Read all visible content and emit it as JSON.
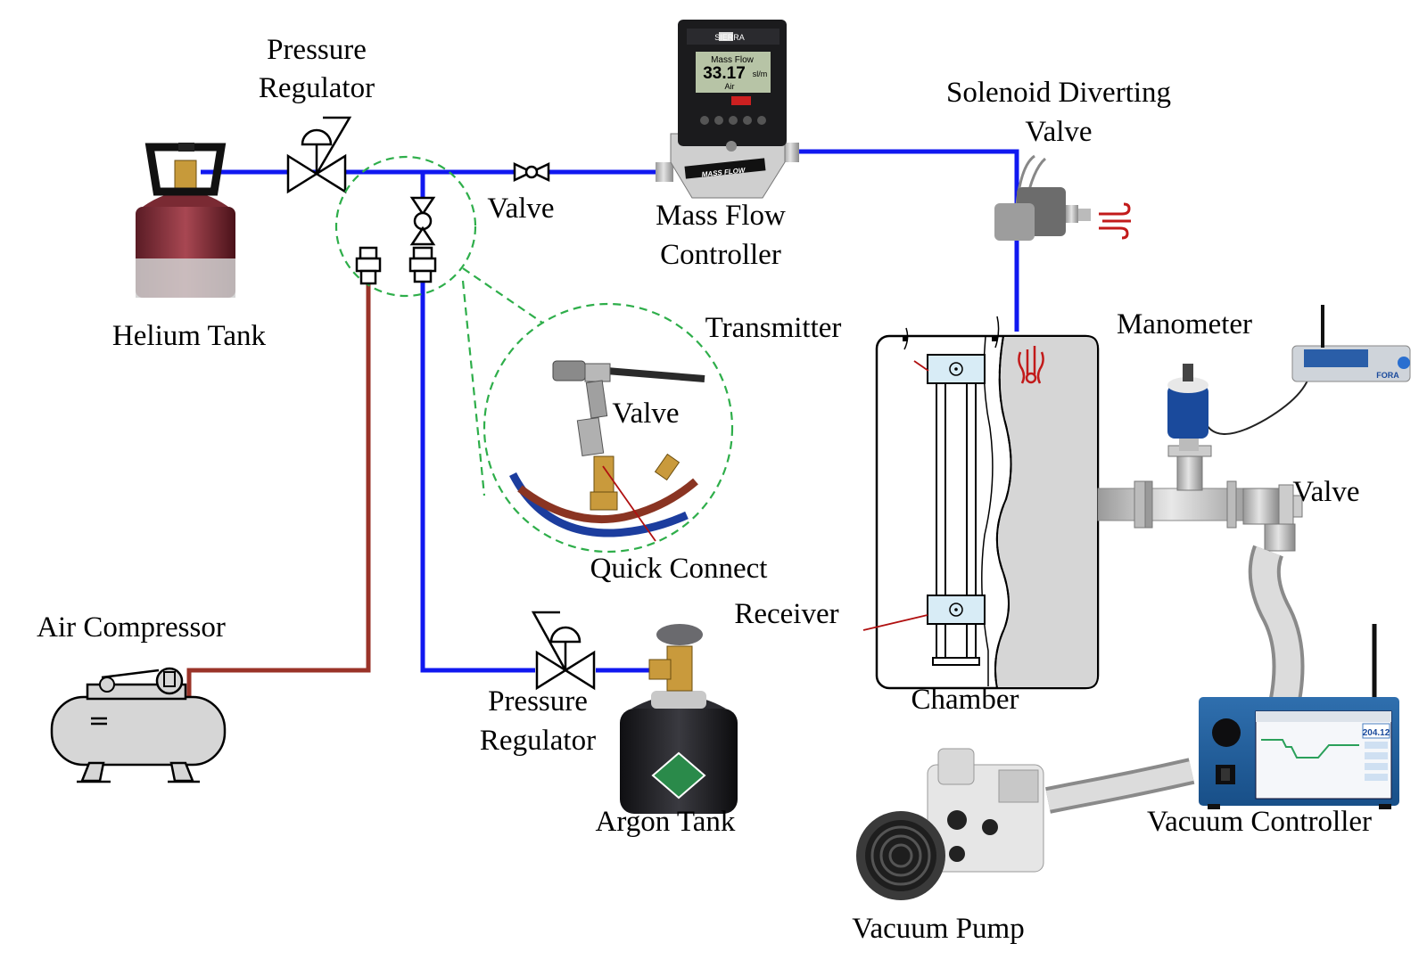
{
  "labels": {
    "pressure_regulator_top": [
      "Pressure",
      "Regulator"
    ],
    "helium_tank": "Helium Tank",
    "valve_top": "Valve",
    "mass_flow_controller": [
      "Mass Flow",
      "Controller"
    ],
    "solenoid_diverting_valve": [
      "Solenoid Diverting",
      "Valve"
    ],
    "transmitter": "Transmitter",
    "manometer": "Manometer",
    "valve_inset": "Valve",
    "valve_right": "Valve",
    "quick_connect": "Quick Connect",
    "receiver": "Receiver",
    "air_compressor": "Air Compressor",
    "chamber": "Chamber",
    "pressure_regulator_bottom": [
      "Pressure",
      "Regulator"
    ],
    "argon_tank": "Argon Tank",
    "vacuum_controller": "Vacuum Controller",
    "vacuum_pump": "Vacuum Pump"
  },
  "devices": {
    "mfc_display": {
      "brand": "SIERRA",
      "line1": "Mass Flow",
      "reading": "33.17",
      "unit": "sl/m",
      "gas": "Air",
      "badge": "MASS FLOW"
    },
    "manometer_display": {
      "brand": "FORA"
    },
    "controller_display": {
      "reading": "204.12"
    }
  },
  "colors": {
    "gas_line": "#1018f0",
    "air_line": "#9a3328",
    "zoom_outline": "#2eae4a",
    "callout": "#b01010"
  },
  "icons": [
    "helium-cylinder-icon",
    "argon-cylinder-icon",
    "pressure-regulator-icon",
    "ball-valve-icon",
    "quick-connect-icon",
    "mass-flow-controller-icon",
    "solenoid-valve-icon",
    "exhaust-wind-icon",
    "heat-icon",
    "manometer-icon",
    "vacuum-controller-icon",
    "vacuum-pump-icon",
    "air-compressor-icon"
  ]
}
